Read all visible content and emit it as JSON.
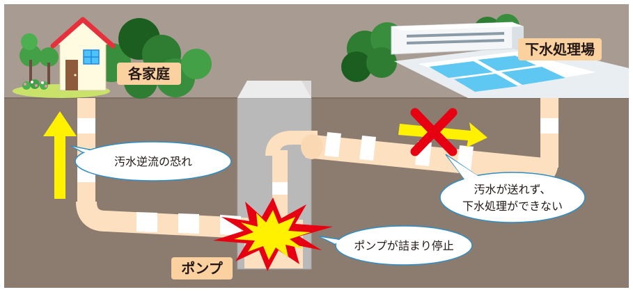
{
  "labels": {
    "households": "各家庭",
    "treatment_plant": "下水処理場",
    "pump": "ポンプ"
  },
  "bubbles": {
    "backflow": "汚水逆流の恐れ",
    "cannot_send_line1": "汚水が送れず、",
    "cannot_send_line2": "下水処理ができない",
    "pump_clogged": "ポンプが詰まり停止"
  },
  "colors": {
    "sky": "#a89b91",
    "ground": "#8c7c70",
    "pipe": "#fde0c0",
    "pipe_band": "#ffffff",
    "label_bg": "#fbd29f",
    "arrow": "#fff100",
    "cross": "#e60012",
    "explosion_outer": "#e60012",
    "explosion_inner": "#fff100"
  },
  "icons": [
    "house-icon",
    "tree-icon",
    "treatment-plant-icon",
    "pump-station-icon",
    "explosion-icon",
    "cross-icon",
    "arrow-icon"
  ]
}
